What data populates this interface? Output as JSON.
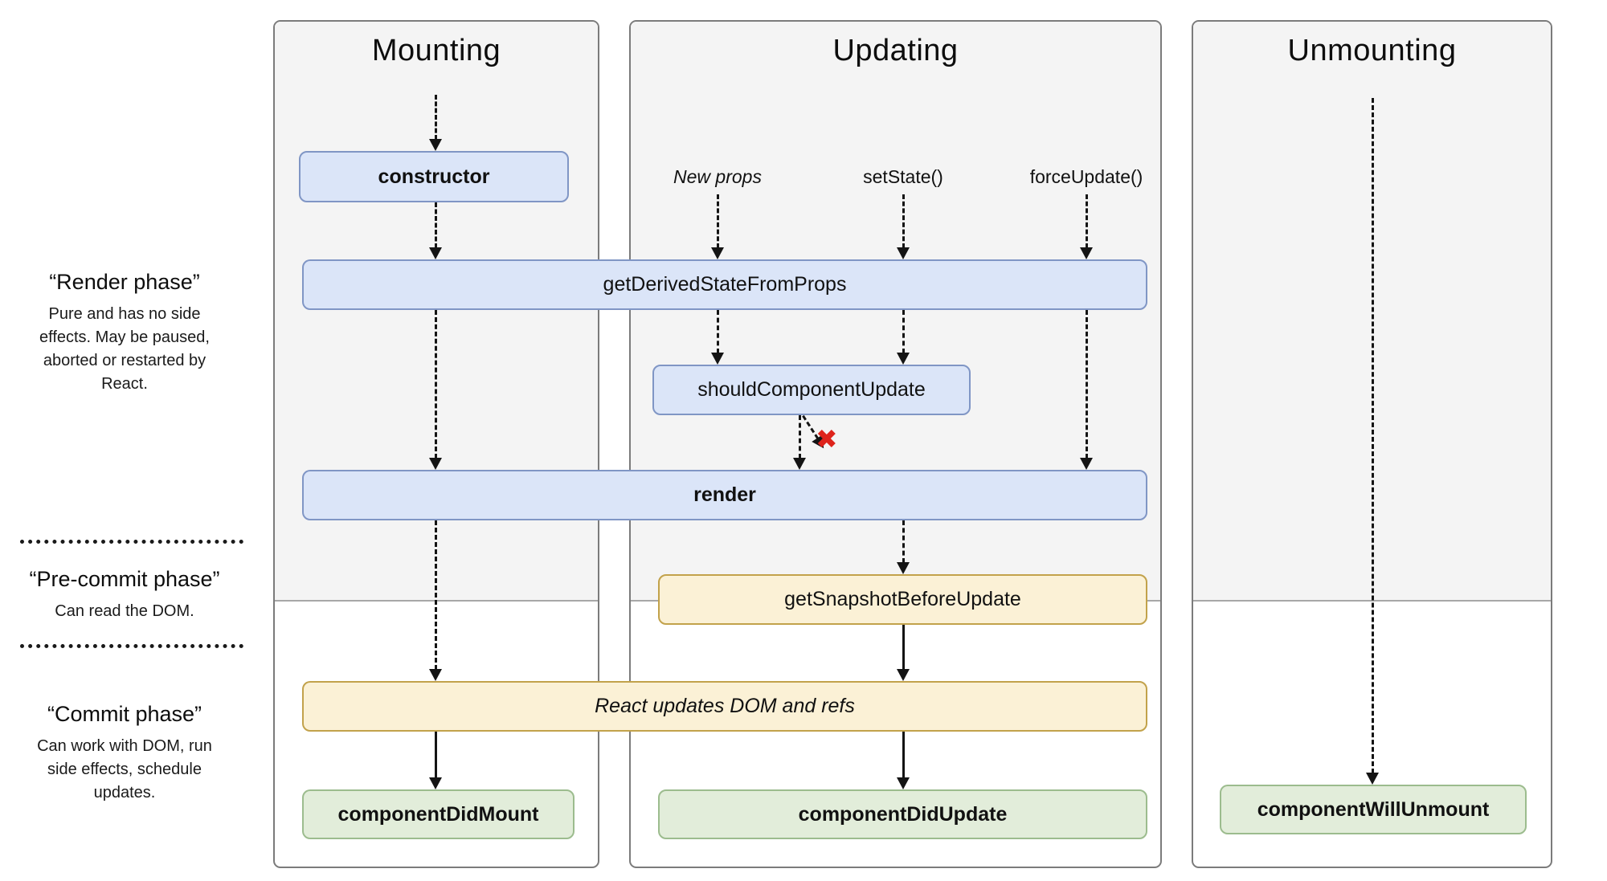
{
  "sidebar": {
    "render_phase": {
      "title": "“Render phase”",
      "description": "Pure and has no side effects. May be paused, aborted or restarted by React."
    },
    "pre_commit_phase": {
      "title": "“Pre-commit phase”",
      "description": "Can read the DOM."
    },
    "commit_phase": {
      "title": "“Commit phase”",
      "description": "Can work with DOM, run side effects, schedule updates."
    }
  },
  "columns": {
    "mounting": {
      "title": "Mounting"
    },
    "updating": {
      "title": "Updating",
      "triggers": {
        "new_props": "New props",
        "set_state": "setState()",
        "force_update": "forceUpdate()"
      }
    },
    "unmounting": {
      "title": "Unmounting"
    }
  },
  "boxes": {
    "constructor": {
      "label": "constructor"
    },
    "get_derived_state_from_props": {
      "label": "getDerivedStateFromProps"
    },
    "should_component_update": {
      "label": "shouldComponentUpdate"
    },
    "render": {
      "label": "render"
    },
    "get_snapshot_before_update": {
      "label": "getSnapshotBeforeUpdate"
    },
    "react_updates_dom": {
      "label": "React updates DOM and refs"
    },
    "component_did_mount": {
      "label": "componentDidMount"
    },
    "component_did_update": {
      "label": "componentDidUpdate"
    },
    "component_will_unmount": {
      "label": "componentWillUnmount"
    }
  },
  "icons": {
    "reject_icon": "✖"
  },
  "colors": {
    "lifecycle_blue_fill": "#dbe5f8",
    "lifecycle_blue_border": "#8096c5",
    "side_effect_yellow_fill": "#fbf1d6",
    "side_effect_yellow_border": "#c2a24b",
    "commit_green_fill": "#e2edda",
    "commit_green_border": "#9cbc8e",
    "reject_red": "#de231b",
    "panel_gray": "#f4f4f4"
  }
}
